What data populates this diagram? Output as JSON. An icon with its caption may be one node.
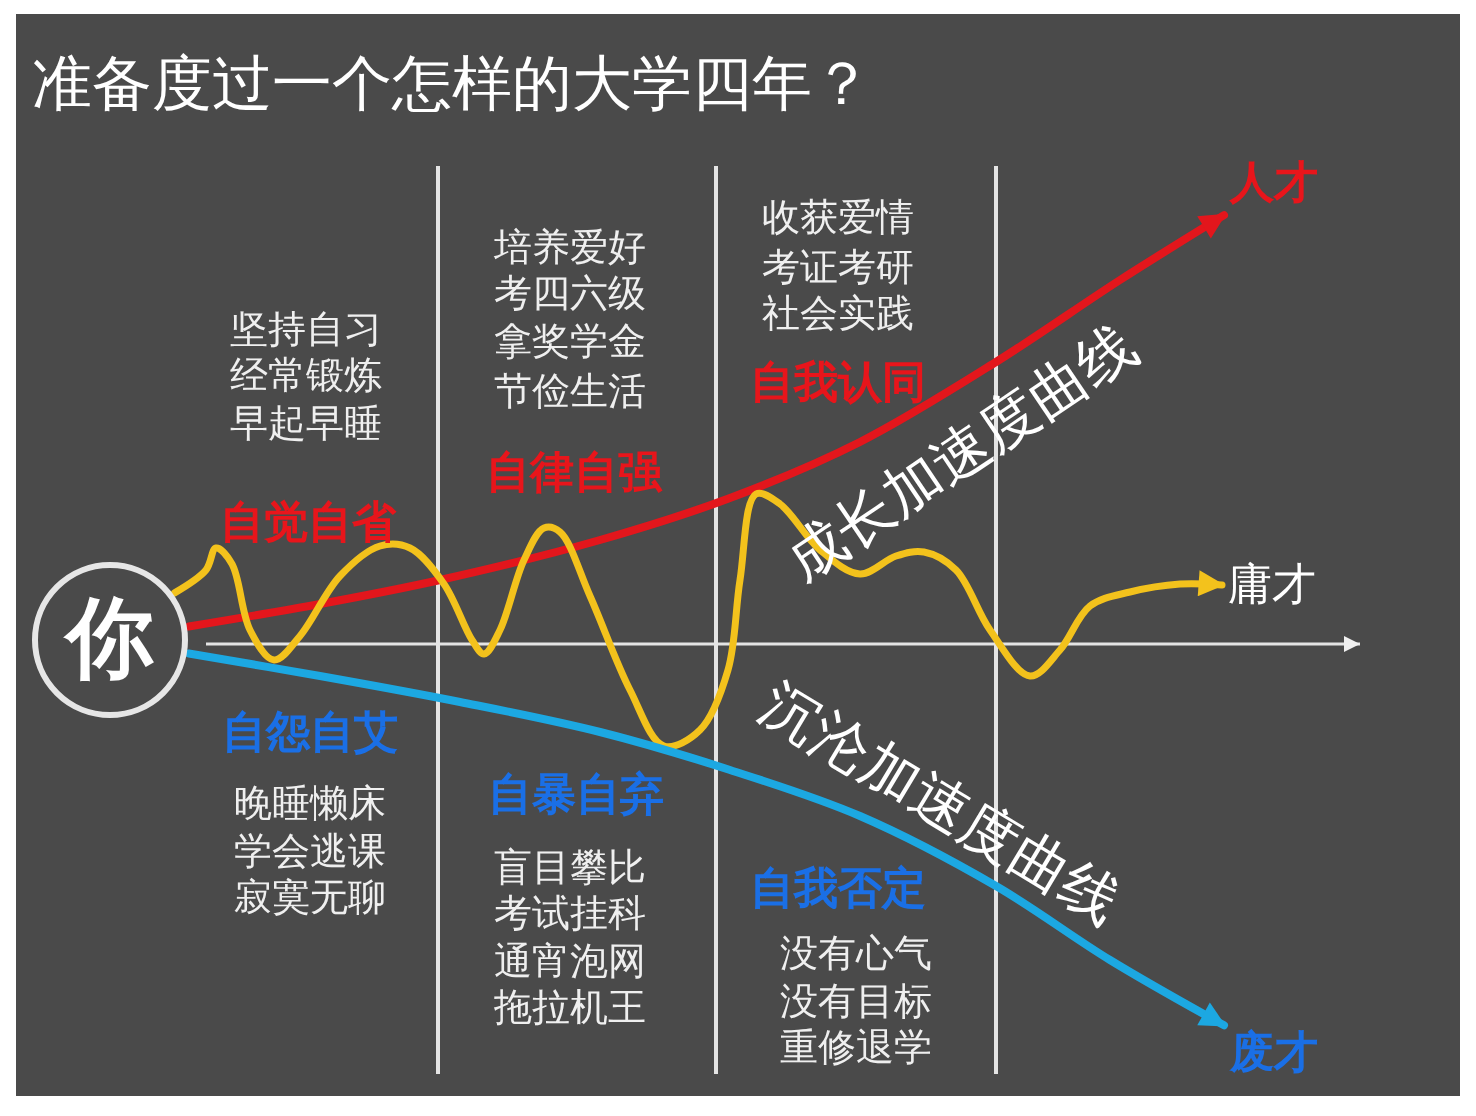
{
  "diagram": {
    "title": "准备度过一个怎样的大学四年？",
    "nodes": [
      {
        "text": [
          "你"
        ]
      },
      {
        "text": [
          "人才"
        ]
      },
      {
        "text": [
          "庸才"
        ]
      },
      {
        "text": [
          "废才"
        ]
      }
    ],
    "edges": [
      {
        "from": 0,
        "to": 1,
        "arrow": "to",
        "color": "#e3161c"
      },
      {
        "from": 0,
        "to": 2,
        "arrow": "to",
        "color": "#f3c21c"
      },
      {
        "from": 0,
        "to": 3,
        "arrow": "to",
        "color": "#1ca8e2"
      }
    ],
    "labels": [
      "坚持自习",
      "经常锻炼",
      "早起早睡",
      "自觉自省",
      "自怨自艾",
      "晚睡懒床",
      "学会逃课",
      "寂寞无聊",
      "培养爱好",
      "考四六级",
      "拿奖学金",
      "节俭生活",
      "自律自强",
      "自暴自弃",
      "盲目攀比",
      "考试挂科",
      "通宵泡网",
      "拖拉机王",
      "收获爱情",
      "考证考研",
      "社会实践",
      "自我认同",
      "成长加速度曲线",
      "沉沦加速度曲线",
      "自我否定",
      "没有心气",
      "没有目标",
      "重修退学"
    ]
  }
}
